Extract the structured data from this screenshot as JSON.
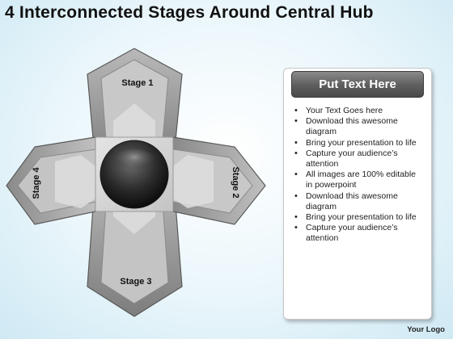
{
  "title": "4 Interconnected Stages Around Central Hub",
  "diagram": {
    "stages": [
      {
        "label": "Stage 1"
      },
      {
        "label": "Stage 2"
      },
      {
        "label": "Stage 3"
      },
      {
        "label": "Stage 4"
      }
    ]
  },
  "panel": {
    "heading": "Put Text Here",
    "items": [
      "Your Text Goes here",
      "Download this awesome diagram",
      "Bring your presentation to life",
      "Capture your audience’s attention",
      "All images are 100% editable in powerpoint",
      "Download this awesome diagram",
      "Bring your presentation to life",
      "Capture your audience’s attention"
    ]
  },
  "footer": {
    "logo": "Your Logo"
  }
}
